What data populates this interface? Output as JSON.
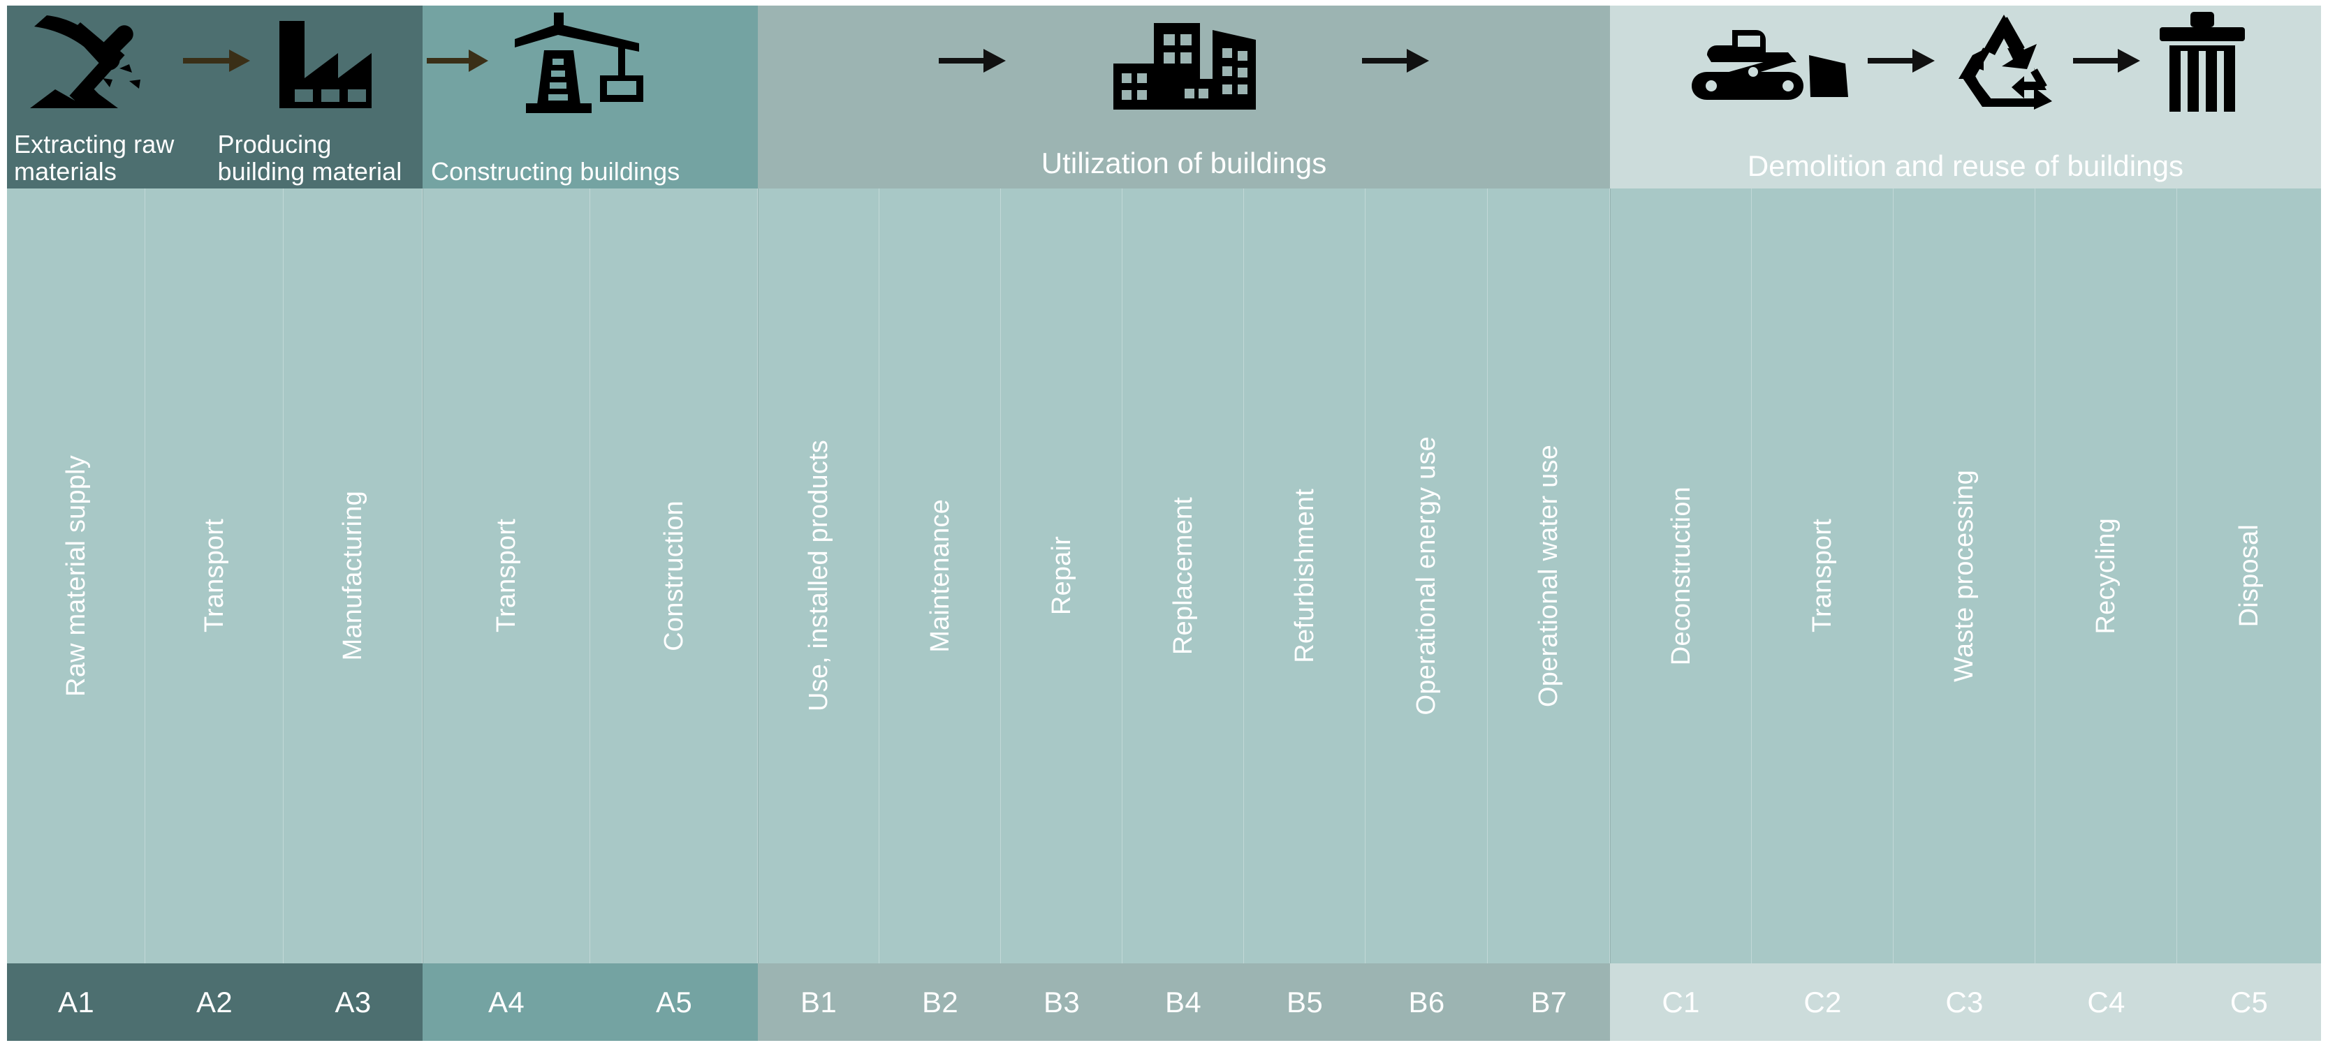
{
  "header": {
    "sections": [
      {
        "id": "extraction-production",
        "labels": [
          "Extracting raw materials",
          "Producing building material"
        ],
        "icons": [
          "pickaxe-mining-icon",
          "arrow-right-icon",
          "factory-icon"
        ],
        "bg": "#4d6f70"
      },
      {
        "id": "constructing-buildings",
        "labels": [
          "Constructing buildings"
        ],
        "icons": [
          "arrow-right-icon",
          "tower-crane-icon"
        ],
        "bg": "#74a3a2"
      },
      {
        "id": "utilization-of-buildings",
        "labels": [
          "Utilization of buildings"
        ],
        "icons": [
          "arrow-right-icon",
          "city-buildings-icon",
          "arrow-right-icon"
        ],
        "bg": "#9cb4b2"
      },
      {
        "id": "demolition-and-reuse",
        "labels": [
          "Demolition and reuse of buildings"
        ],
        "icons": [
          "bulldozer-icon",
          "arrow-right-icon",
          "recycle-icon",
          "arrow-right-icon",
          "trash-bin-icon"
        ],
        "bg": "#ccdcdb"
      }
    ]
  },
  "stages": [
    {
      "code": "A1",
      "label": "Raw material supply",
      "group": "a13"
    },
    {
      "code": "A2",
      "label": "Transport",
      "group": "a13"
    },
    {
      "code": "A3",
      "label": "Manufacturing",
      "group": "a13"
    },
    {
      "code": "A4",
      "label": "Transport",
      "group": "a45"
    },
    {
      "code": "A5",
      "label": "Construction",
      "group": "a45"
    },
    {
      "code": "B1",
      "label": "Use, installed products",
      "group": "b"
    },
    {
      "code": "B2",
      "label": "Maintenance",
      "group": "b"
    },
    {
      "code": "B3",
      "label": "Repair",
      "group": "b"
    },
    {
      "code": "B4",
      "label": "Replacement",
      "group": "b"
    },
    {
      "code": "B5",
      "label": "Refurbishment",
      "group": "b"
    },
    {
      "code": "B6",
      "label": "Operational energy use",
      "group": "b"
    },
    {
      "code": "B7",
      "label": "Operational water use",
      "group": "b"
    },
    {
      "code": "C1",
      "label": "Deconstruction",
      "group": "c"
    },
    {
      "code": "C2",
      "label": "Transport",
      "group": "c"
    },
    {
      "code": "C3",
      "label": "Waste processing",
      "group": "c"
    },
    {
      "code": "C4",
      "label": "Recycling",
      "group": "c"
    },
    {
      "code": "C5",
      "label": "Disposal",
      "group": "c"
    }
  ],
  "colors": {
    "group_a13": "#4d6f70",
    "group_a45": "#74a3a2",
    "group_b": "#9cb4b2",
    "group_c": "#ccdcdb",
    "body": "#a8c8c6",
    "text": "#ffffff",
    "icon": "#000000",
    "arrow": "#3a2f17"
  }
}
